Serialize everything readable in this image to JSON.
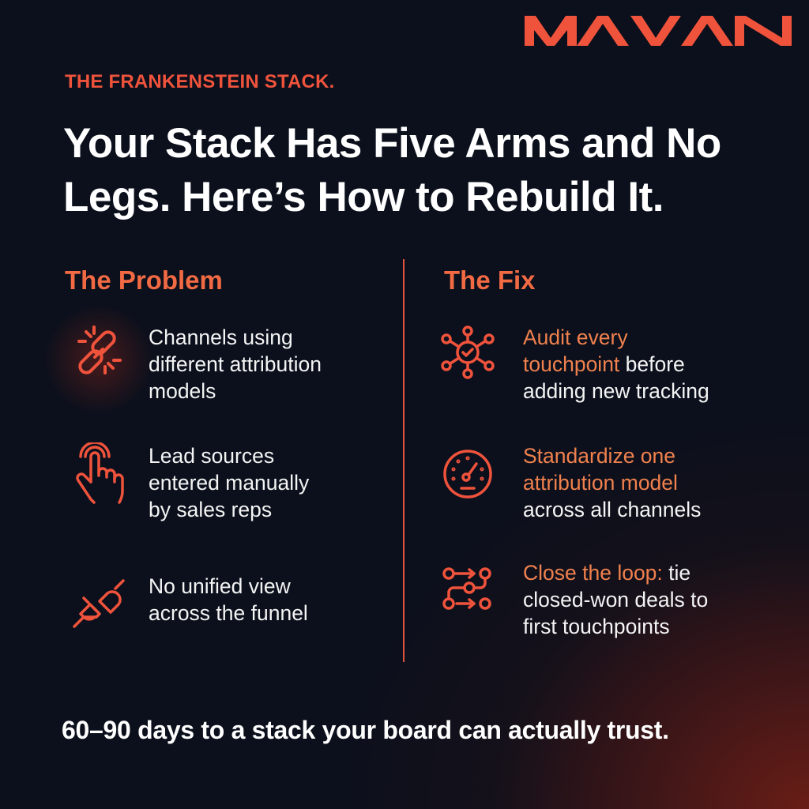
{
  "brand": {
    "logo_text": "MAVAN",
    "accent_color": "#f0533c",
    "secondary_accent": "#f0814e",
    "background_color": "#0b101c"
  },
  "header": {
    "eyebrow": "THE FRANKENSTEIN STACK.",
    "headline_line1": "Your Stack Has Five Arms and No",
    "headline_line2": "Legs. Here’s How to Rebuild It."
  },
  "problem": {
    "title": "The Problem",
    "items": [
      {
        "icon": "broken-link-icon",
        "lines": [
          "Channels using",
          "different attribution",
          "models"
        ]
      },
      {
        "icon": "hand-tap-icon",
        "lines": [
          "Lead sources",
          "entered manually",
          "by sales reps"
        ]
      },
      {
        "icon": "unplugged-icon",
        "lines": [
          "No unified view",
          "across the funnel"
        ]
      }
    ]
  },
  "fix": {
    "title": "The Fix",
    "items": [
      {
        "icon": "network-check-icon",
        "line1_accent": "Audit every",
        "line2_accent": "touchpoint",
        "line2_rest": " before",
        "line3": "adding new tracking"
      },
      {
        "icon": "speedometer-icon",
        "line1_accent": "Standardize one",
        "line2_accent": "attribution model",
        "line3": "across all channels"
      },
      {
        "icon": "workflow-icon",
        "line1_accent": "Close the loop:",
        "line1_rest": " tie",
        "line2": "closed-won deals to",
        "line3": "first touchpoints"
      }
    ]
  },
  "footer": {
    "tagline": "60–90 days to a stack your board can actually trust."
  }
}
